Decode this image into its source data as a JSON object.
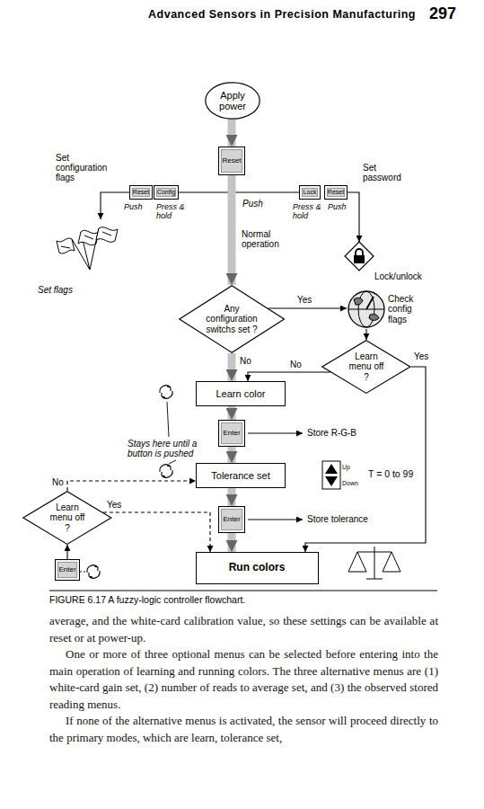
{
  "diagram": {
    "caption": "FIGURE 6.17 A fuzzy-logic controller flowchart.",
    "nodes": [
      {
        "text": [
          "Apply power"
        ]
      },
      {
        "text": [
          "Reset"
        ]
      },
      {
        "text": [
          "Reset"
        ]
      },
      {
        "text": [
          "Config"
        ]
      },
      {
        "text": [
          "Lock"
        ]
      },
      {
        "text": [
          "Reset"
        ]
      },
      {
        "text": [
          "Set flags"
        ]
      },
      {
        "text": [
          "Lock/unlock"
        ]
      },
      {
        "text": [
          "Any configuration switchs set ?"
        ]
      },
      {
        "text": [
          "Check config flags"
        ]
      },
      {
        "text": [
          "Learn menu off ?"
        ]
      },
      {
        "text": [
          "Learn color"
        ]
      },
      {
        "text": [
          "Enter"
        ]
      },
      {
        "text": [
          "Tolerance set"
        ]
      },
      {
        "text": [
          "Up",
          "Down"
        ]
      },
      {
        "text": [
          "Enter"
        ]
      },
      {
        "text": [
          "Learn menu off ?"
        ]
      },
      {
        "text": [
          "Enter"
        ]
      },
      {
        "text": [
          "Run colors"
        ]
      }
    ],
    "edges": [
      {
        "from": 0,
        "to": 1,
        "arrow": "to"
      },
      {
        "from": 1,
        "to": 8,
        "arrow": "to",
        "label": "Normal operation"
      },
      {
        "from": 2,
        "to": 6,
        "arrow": "to"
      },
      {
        "from": 5,
        "to": 7,
        "arrow": "to"
      },
      {
        "from": 8,
        "to": 9,
        "arrow": "to",
        "label": "Yes"
      },
      {
        "from": 9,
        "to": 10,
        "arrow": "to"
      },
      {
        "from": 10,
        "to": 11,
        "arrow": "to",
        "label": "No"
      },
      {
        "from": 8,
        "to": 11,
        "arrow": "to",
        "label": "No"
      },
      {
        "from": 10,
        "to": 18,
        "arrow": "to",
        "label": "Yes"
      },
      {
        "from": 11,
        "to": 12,
        "arrow": "to"
      },
      {
        "from": 12,
        "to": 13,
        "arrow": "to"
      },
      {
        "from": 13,
        "to": 15,
        "arrow": "to"
      },
      {
        "from": 15,
        "to": 18,
        "arrow": "to"
      },
      {
        "from": 16,
        "to": 13,
        "arrow": "to",
        "label": "No"
      },
      {
        "from": 16,
        "to": 18,
        "arrow": "to",
        "label": "Yes"
      },
      {
        "from": 17,
        "to": 16,
        "arrow": "to"
      },
      {
        "from": 3,
        "to": 4,
        "arrow": "none"
      }
    ],
    "labels": [
      "Advanced Sensors in Precision Manufacturing",
      "297",
      "Set configuration flags",
      "Push",
      "Press & hold",
      "Push",
      "Press & hold",
      "Push",
      "Set password",
      "Stays here until a button is pushed",
      "Store R-G-B",
      "T = 0 to 99",
      "Store tolerance",
      "average, and the white-card calibration value, so these settings can be available at reset or at power-up.",
      "One or more of three optional menus can be selected before entering into the main operation of learning and running colors. The three alternative menus are (1) white-card gain set, (2) number of reads to average set, and (3) the observed stored reading menus.",
      "If none of the alternative menus is activated, the sensor will proceed directly to the primary modes, which are learn, tolerance set,"
    ]
  }
}
